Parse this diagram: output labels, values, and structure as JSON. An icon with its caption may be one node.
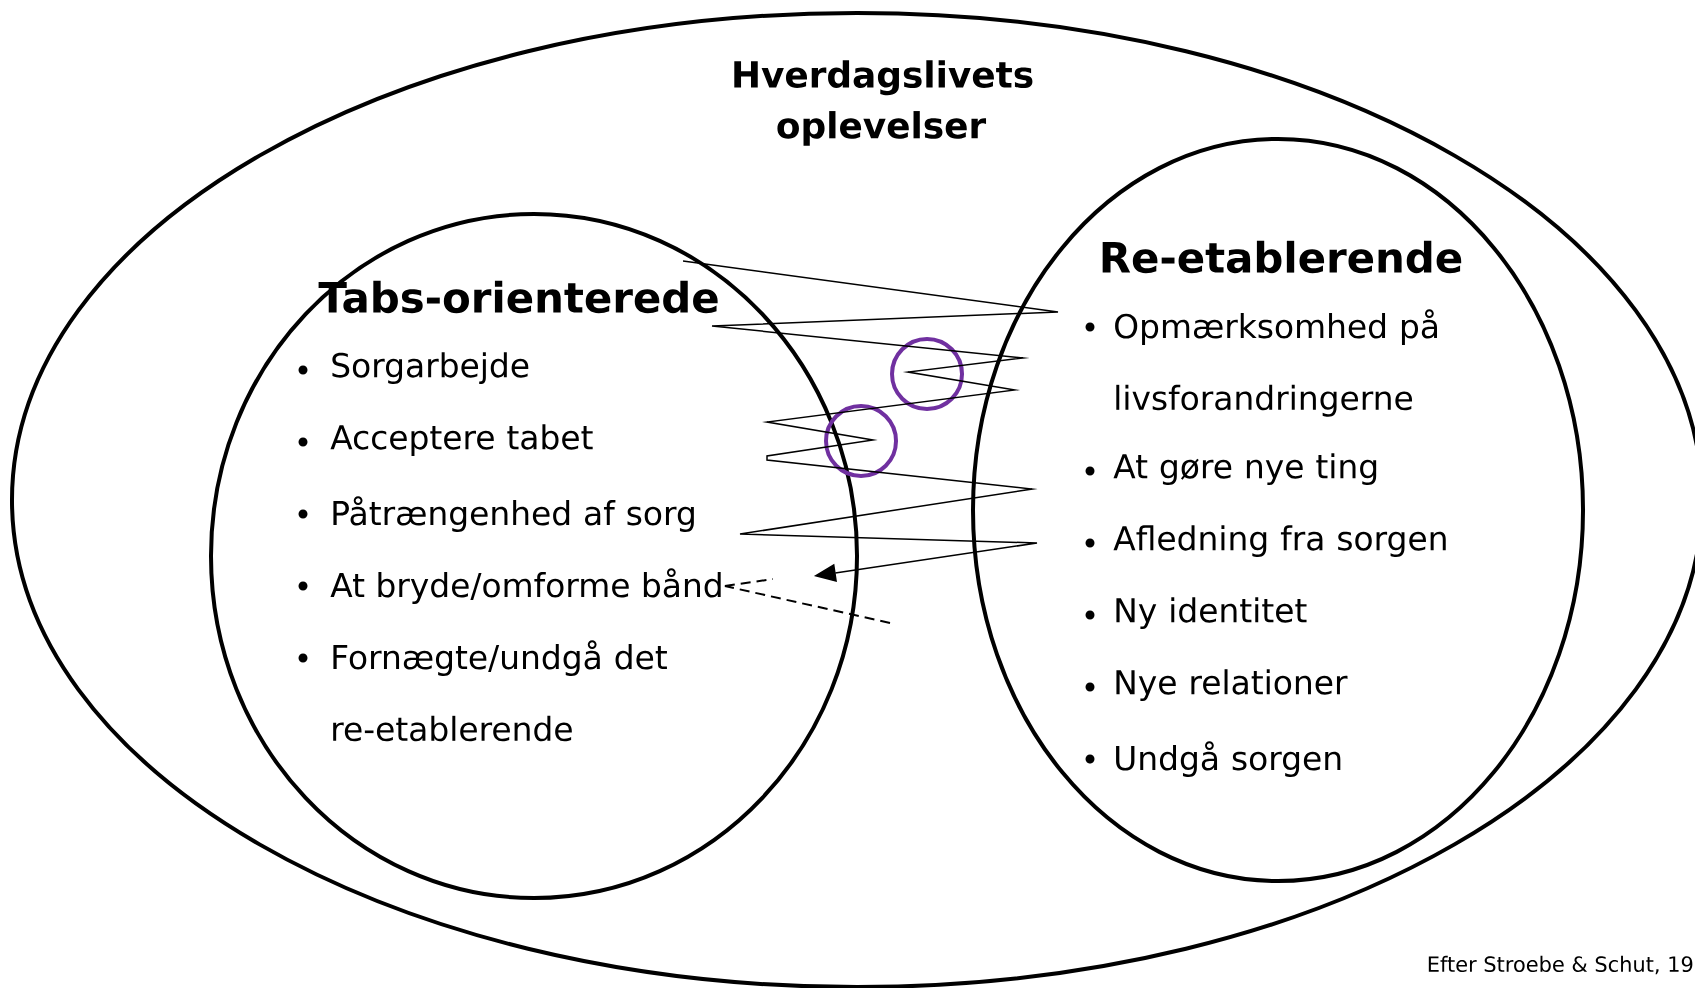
{
  "diagram": {
    "caption": "Efter Stroebe & Schut, 19",
    "nodes": [
      {
        "text": [
          "Hverdagslivets oplevelser"
        ]
      },
      {
        "text": [
          "Tabs-orienterede",
          "Sorgarbejde",
          "Acceptere tabet",
          "Påtrængenhed af sorg",
          "Fornægte/undgå det re-etablerende"
        ],
        "in": 0
      },
      {
        "text": [
          "Re-etablerende",
          "Opmærksomhed på livsforandringerne",
          "At gøre nye ting",
          "Afledning fra sorgen",
          "Ny identitet",
          "Nye relationer",
          "Undgå sorgen"
        ],
        "in": 0
      },
      {
        "text": [
          "At bryde/omforme bånd"
        ],
        "in": 1
      }
    ],
    "edges": [
      {
        "from": null,
        "to": 3,
        "arrow": "to"
      },
      {
        "from": null,
        "to": 3,
        "arrow": "none",
        "style": "dashed"
      }
    ]
  }
}
